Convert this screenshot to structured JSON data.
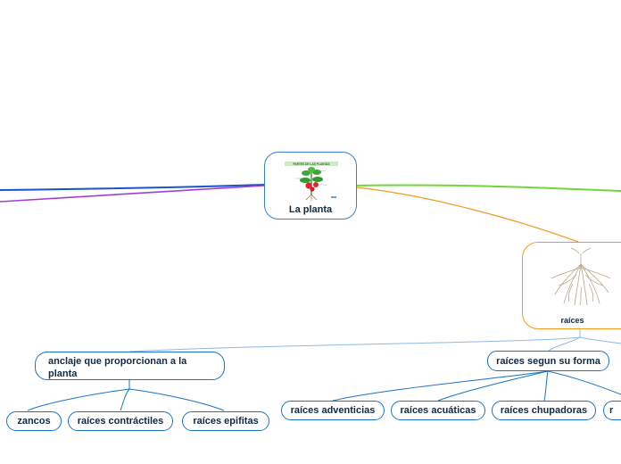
{
  "root": {
    "label": "La planta",
    "image_title": "PARTES DE LAS PLANTAS"
  },
  "raices": {
    "label": "raíces"
  },
  "anclaje": {
    "label": "anclaje que proporcionan a la planta",
    "children": [
      "zancos",
      "raíces contráctiles",
      "raíces epifitas"
    ]
  },
  "forma": {
    "label": "raíces segun su forma",
    "children": [
      "raíces adventicias",
      "raíces acuáticas",
      "raíces chupadoras",
      "r"
    ]
  },
  "colors": {
    "blue": "#1a73c8",
    "purple": "#a53bd8",
    "green": "#72d63a",
    "orange": "#f39a1e",
    "light_blue": "#8fb8e6"
  }
}
